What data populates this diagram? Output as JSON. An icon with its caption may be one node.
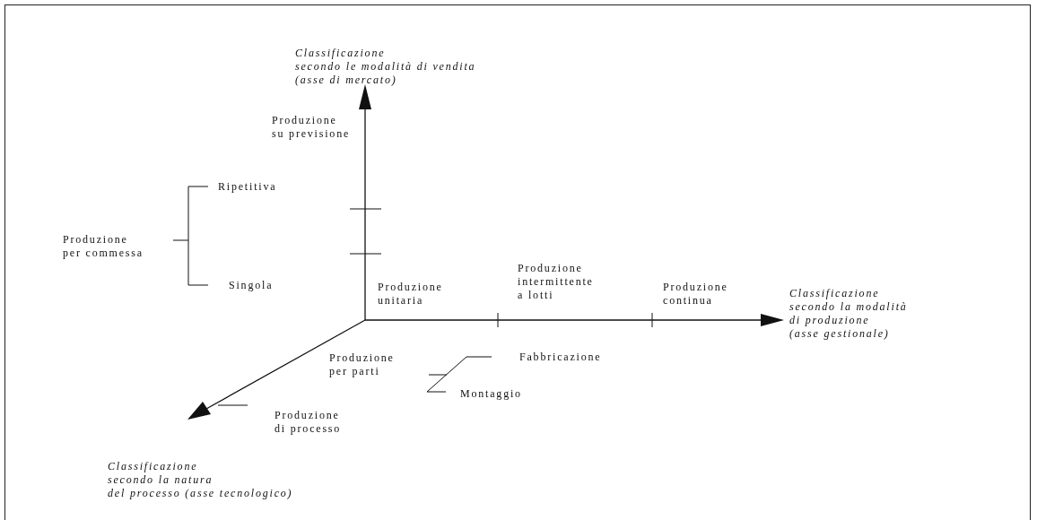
{
  "diagram": {
    "labels": [
      "Classificazione secondo le modalità di vendita (asse di mercato)",
      "Produzione su previsione",
      "Ripetitiva",
      "Produzione per commessa",
      "Singola",
      "Produzione intermittente a lotti",
      "Produzione unitaria",
      "Produzione continua",
      "Classificazione secondo la modalità di produzione (asse gestionale)",
      "Fabbricazione",
      "Produzione per parti",
      "Montaggio",
      "Produzione di processo",
      "Classificazione secondo la natura del processo (asse tecnologico)"
    ]
  }
}
